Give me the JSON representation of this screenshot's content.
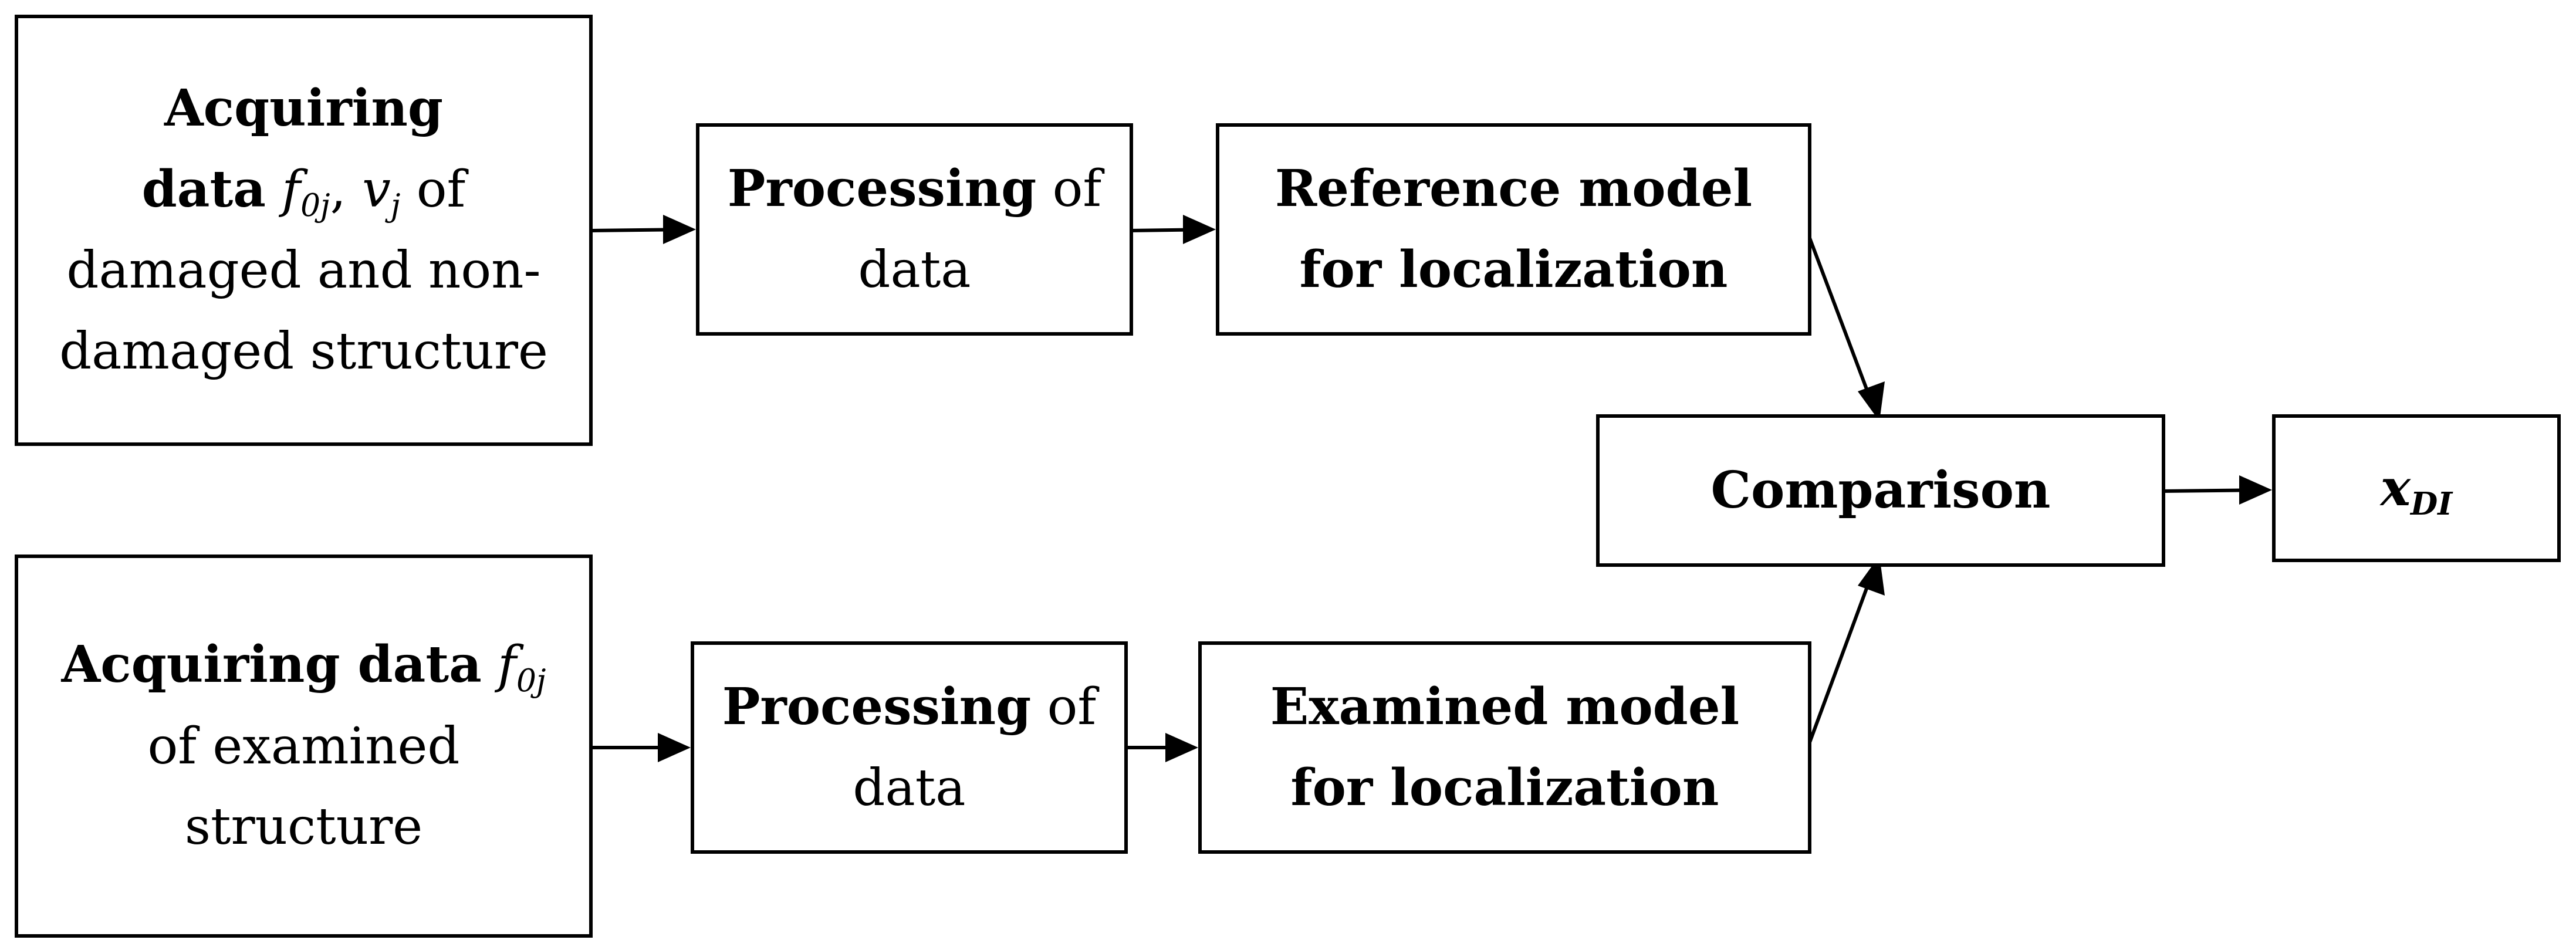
{
  "acquire_top": {
    "line1": "Acquiring",
    "line2_bold": "data",
    "f": "f",
    "f_sub": "0j",
    "sep": ",",
    "v": "v",
    "v_sub": "j",
    "of": "of",
    "line3": "damaged and non-",
    "line4": "damaged structure"
  },
  "process_top": {
    "bold": "Processing",
    "rest": " of",
    "line2": "data"
  },
  "reference_model": {
    "line1": "Reference model",
    "line2": "for localization"
  },
  "comparison": {
    "label": "Comparison"
  },
  "output": {
    "x": "x",
    "sub": "DI"
  },
  "acquire_bottom": {
    "line1_bold": "Acquiring data",
    "f": "f",
    "f_sub": "0j",
    "line2": "of examined",
    "line3": "structure"
  },
  "process_bottom": {
    "bold": "Processing",
    "rest": " of",
    "line2": "data"
  },
  "examined_model": {
    "line1": "Examined model",
    "line2": "for localization"
  }
}
